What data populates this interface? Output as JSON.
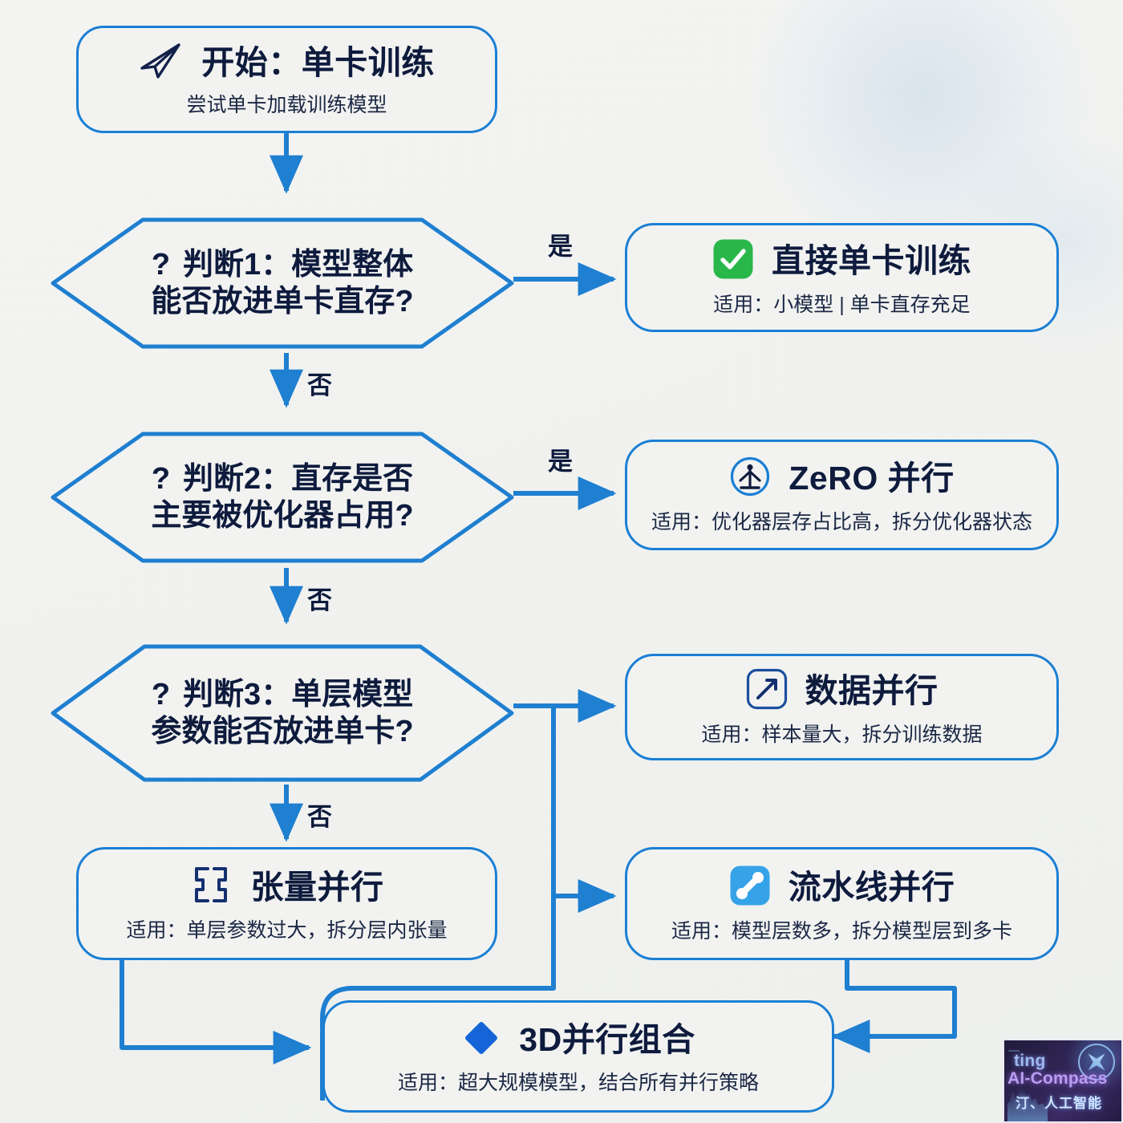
{
  "meta": {
    "accent_blue": "#1b7fd4",
    "line_blue": "#1f7fd0",
    "text_navy": "#0e1b3d",
    "bg": "#f2f3f1",
    "green": "#2ab74a"
  },
  "start": {
    "icon": "paper-plane-icon",
    "title": "开始：单卡训练",
    "subtitle": "尝试单卡加载训练模型"
  },
  "decisions": [
    {
      "id": "d1",
      "qmark": "?",
      "line1": "判断1：模型整体",
      "line2": "能否放进单卡直存?",
      "yes_label": "是",
      "no_label": "否"
    },
    {
      "id": "d2",
      "qmark": "?",
      "line1": "判断2：直存是否",
      "line2": "主要被优化器占用?",
      "yes_label": "是",
      "no_label": "否"
    },
    {
      "id": "d3",
      "qmark": "?",
      "line1": "判断3：单层模型",
      "line2": "参数能否放进单卡?",
      "yes_label": "",
      "no_label": "否"
    }
  ],
  "outcomes": [
    {
      "id": "single-card",
      "icon": "green-check-icon",
      "title": "直接单卡训练",
      "subtitle": "适用：小模型 | 单卡直存充足"
    },
    {
      "id": "zero",
      "icon": "zero-anchor-icon",
      "title": "ZeRO 并行",
      "subtitle": "适用：优化器层存占比高，拆分优化器状态"
    },
    {
      "id": "data-parallel",
      "icon": "arrow-up-right-box-icon",
      "title": "数据并行",
      "subtitle": "适用：样本量大，拆分训练数据"
    },
    {
      "id": "tensor-parallel",
      "icon": "puzzle-split-icon",
      "title": "张量并行",
      "subtitle": "适用：单层参数过大，拆分层内张量"
    },
    {
      "id": "pipeline-parallel",
      "icon": "pipeline-bone-icon",
      "title": "流水线并行",
      "subtitle": "适用：模型层数多，拆分模型层到多卡"
    },
    {
      "id": "three-d",
      "icon": "blue-diamond-icon",
      "title": "3D并行组合",
      "subtitle": "适用：超大规模模型，结合所有并行策略"
    }
  ],
  "watermark": {
    "line1": "ting",
    "line2": "AI-Compass",
    "line3": "汀、人工智能",
    "icon": "compass-icon"
  }
}
